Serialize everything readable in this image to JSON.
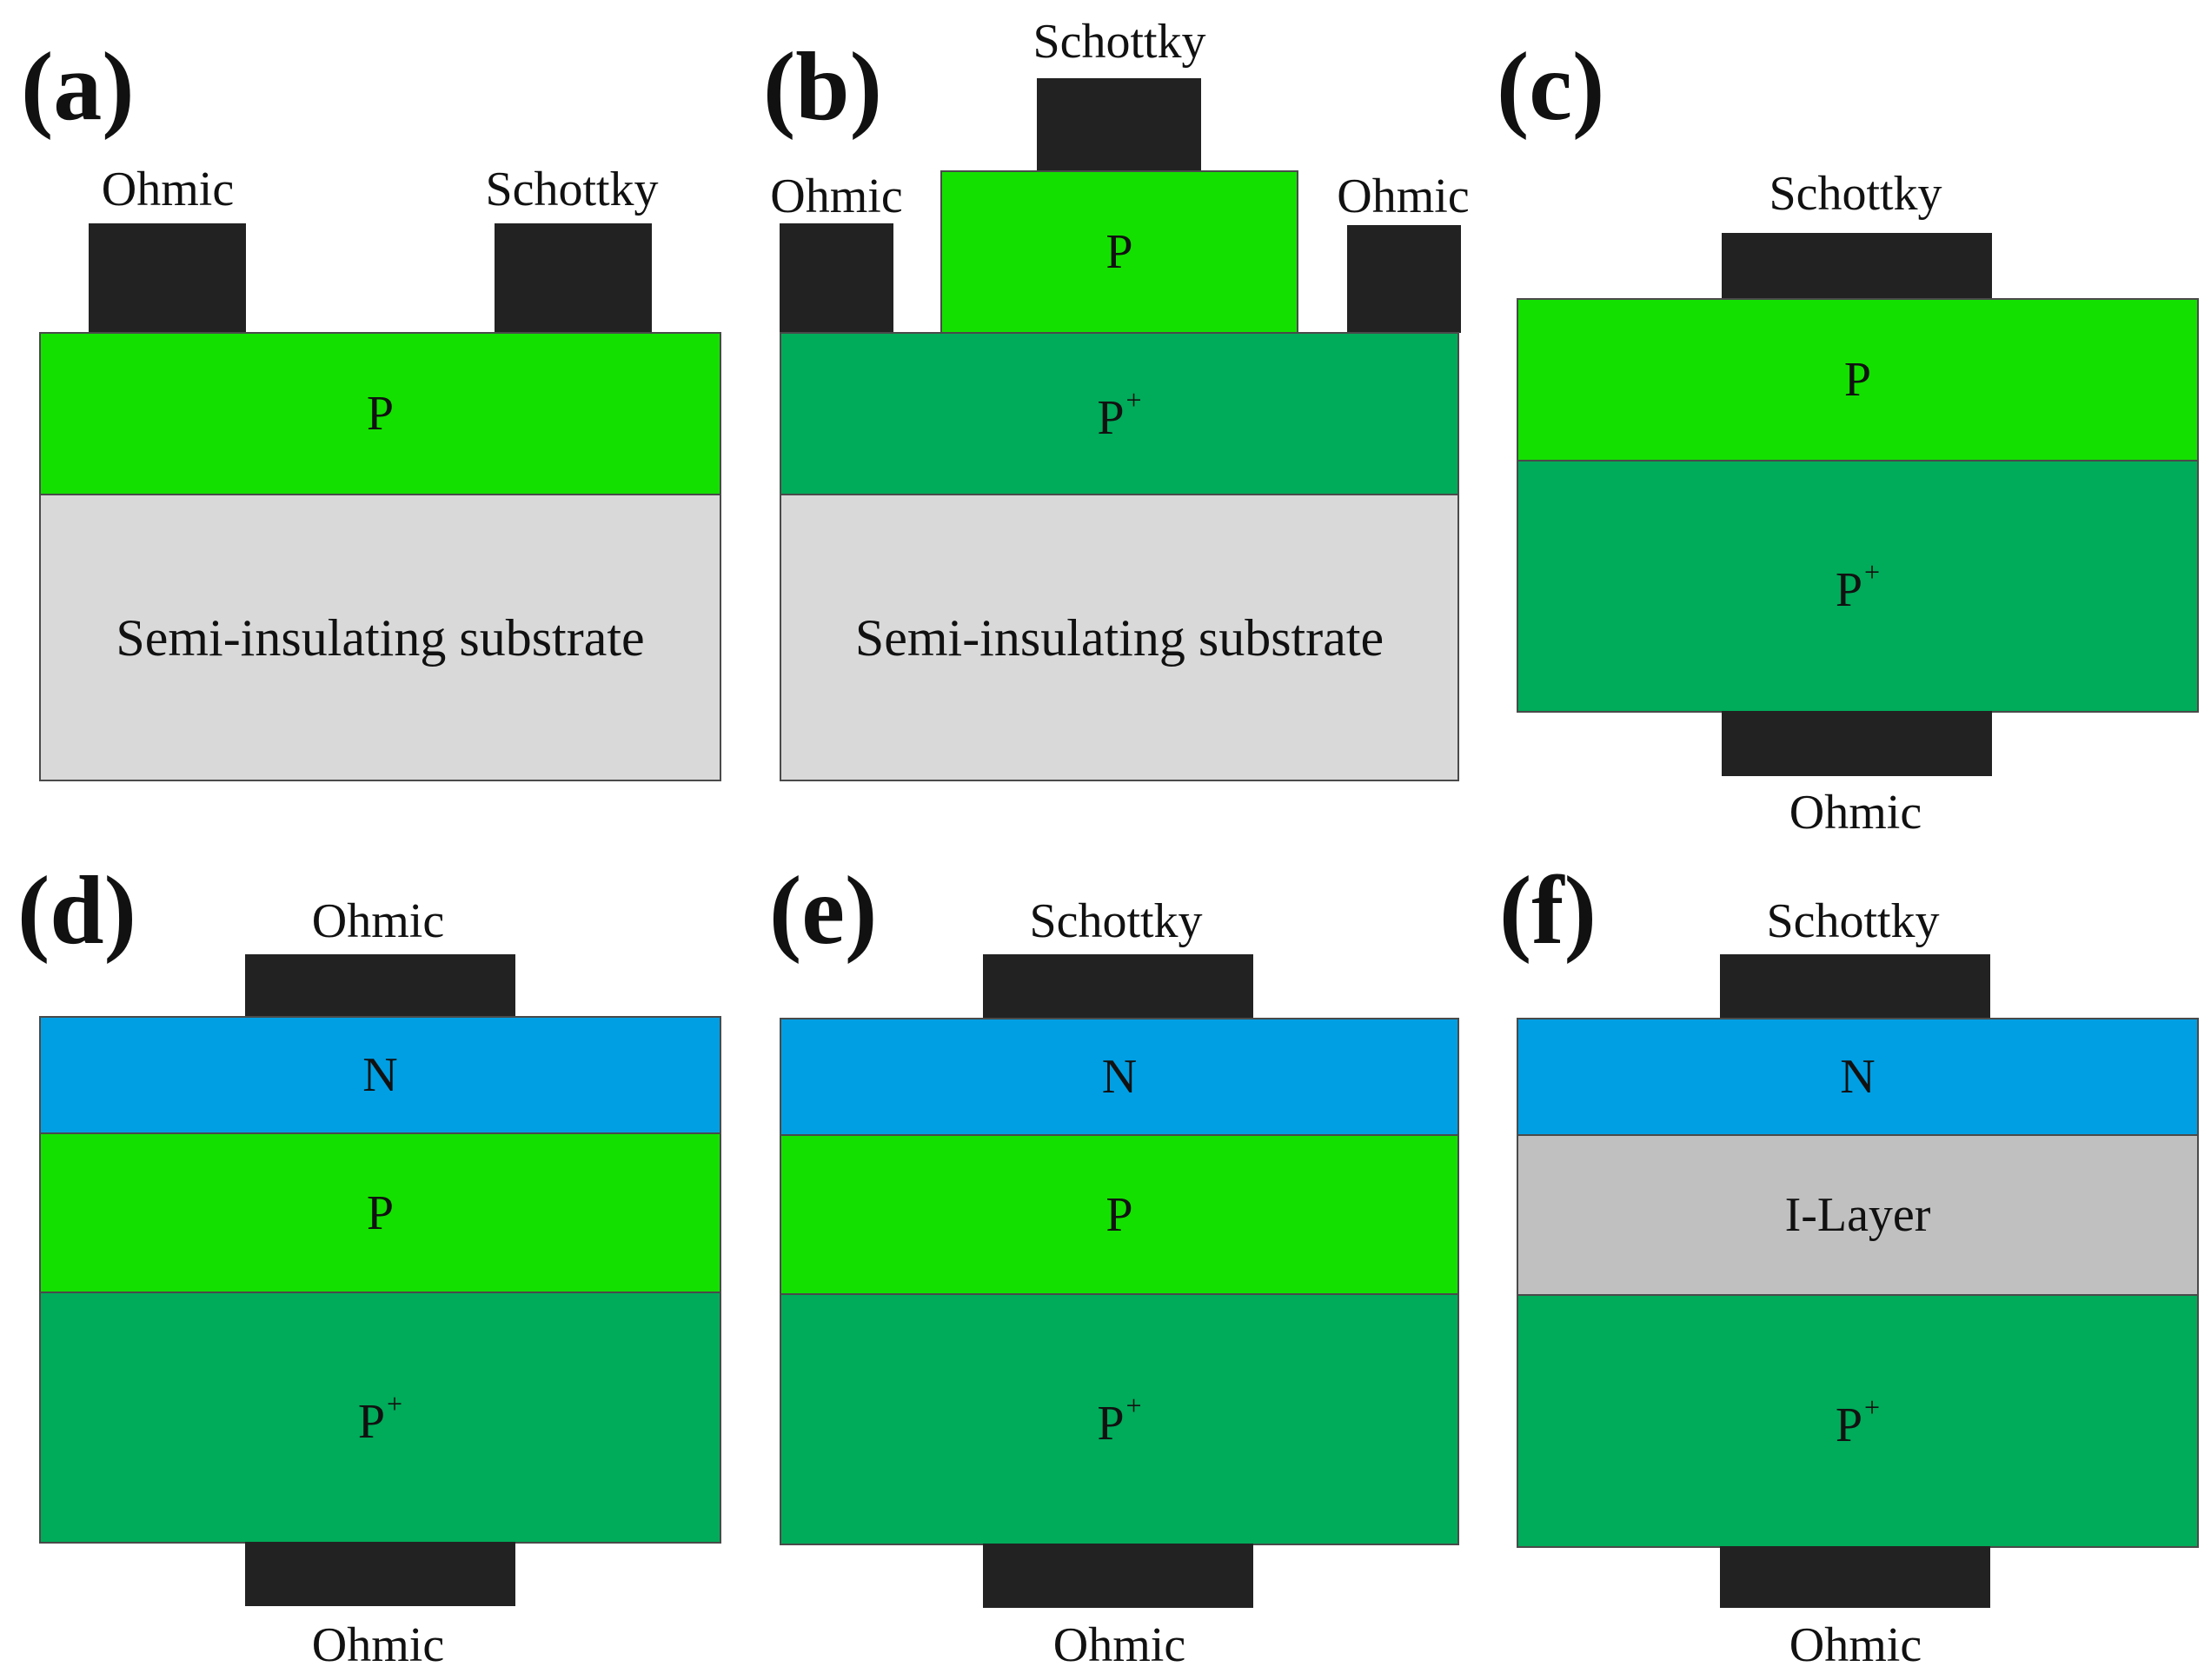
{
  "colors": {
    "p": "#14e000",
    "p_plus": "#00ab59",
    "n": "#009fe3",
    "substrate": "#d9d9d9",
    "i_layer": "#c0c0c0",
    "contact": "#222222"
  },
  "panels": {
    "a": {
      "label": "(a)",
      "contact_left": "Ohmic",
      "contact_right": "Schottky",
      "layer_p": "P",
      "substrate": "Semi-insulating substrate"
    },
    "b": {
      "label": "(b)",
      "contact_top": "Schottky",
      "contact_left": "Ohmic",
      "contact_right": "Ohmic",
      "mesa_p": "P",
      "layer_p_plus": "P",
      "layer_p_plus_sup": "+",
      "substrate": "Semi-insulating substrate"
    },
    "c": {
      "label": "(c)",
      "contact_top": "Schottky",
      "layer_p": "P",
      "layer_p_plus": "P",
      "layer_p_plus_sup": "+",
      "contact_bottom": "Ohmic"
    },
    "d": {
      "label": "(d)",
      "contact_top": "Ohmic",
      "layer_n": "N",
      "layer_p": "P",
      "layer_p_plus": "P",
      "layer_p_plus_sup": "+",
      "contact_bottom": "Ohmic"
    },
    "e": {
      "label": "(e)",
      "contact_top": "Schottky",
      "layer_n": "N",
      "layer_p": "P",
      "layer_p_plus": "P",
      "layer_p_plus_sup": "+",
      "contact_bottom": "Ohmic"
    },
    "f": {
      "label": "(f)",
      "contact_top": "Schottky",
      "layer_n": "N",
      "layer_i": "I-Layer",
      "layer_p_plus": "P",
      "layer_p_plus_sup": "+",
      "contact_bottom": "Ohmic"
    }
  }
}
